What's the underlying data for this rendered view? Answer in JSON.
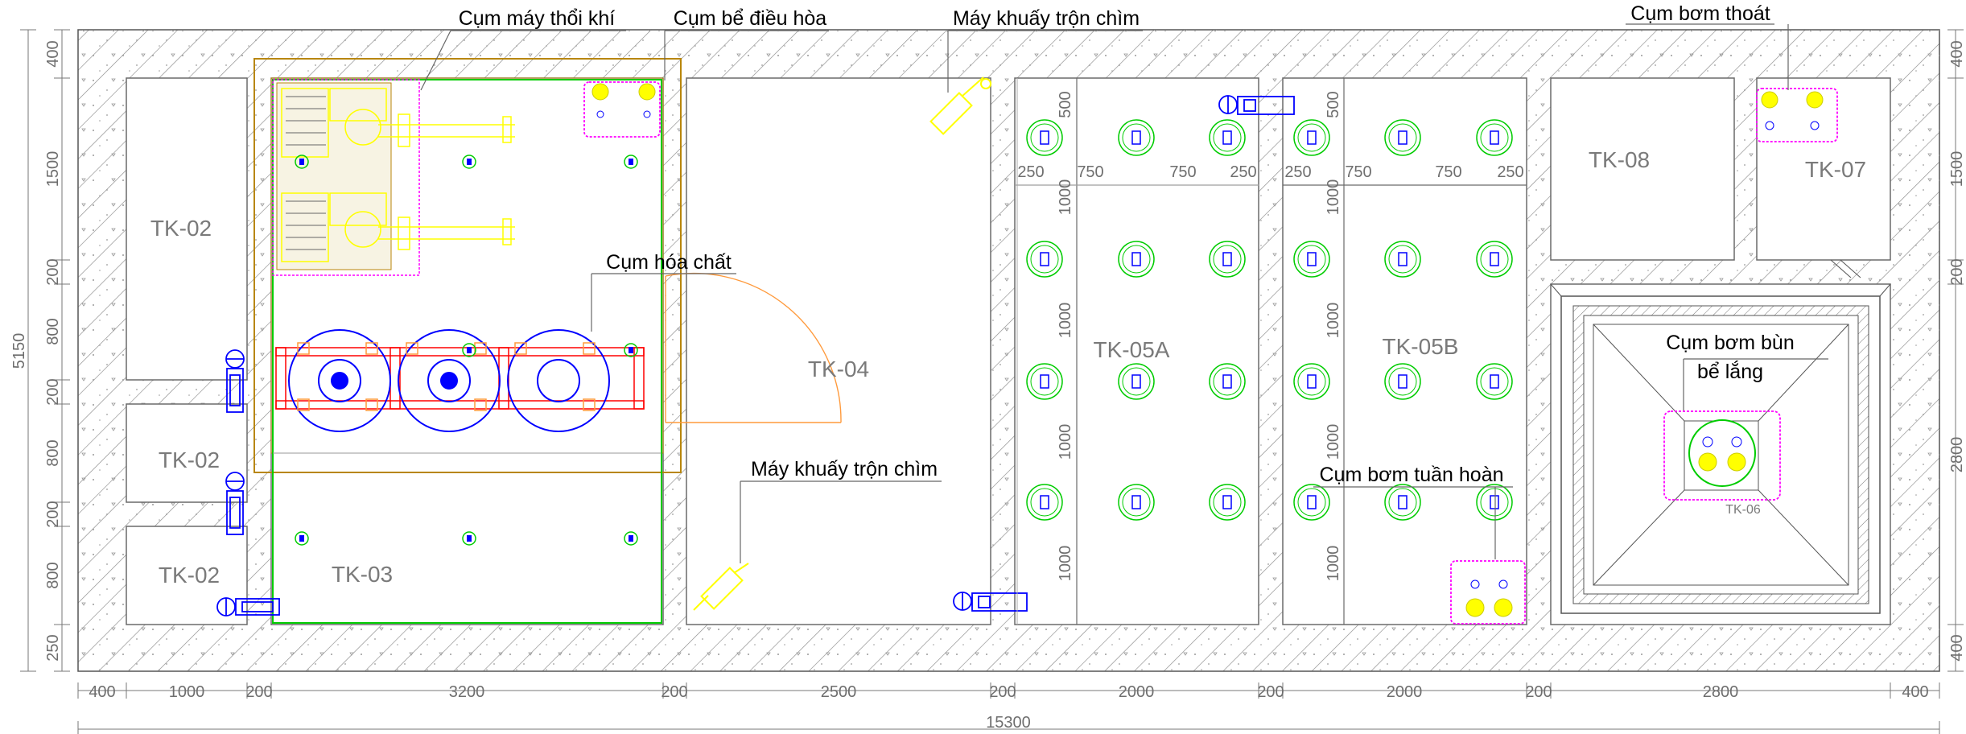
{
  "tanks": {
    "tk02_a": "TK-02",
    "tk02_b": "TK-02",
    "tk02_c": "TK-02",
    "tk03": "TK-03",
    "tk04": "TK-04",
    "tk05a": "TK-05A",
    "tk05b": "TK-05B",
    "tk06": "TK-06",
    "tk07": "TK-07",
    "tk08": "TK-08"
  },
  "callouts": {
    "blower": "Cụm máy thổi khí",
    "equalization": "Cụm bể điều hòa",
    "mixer_top": "Máy khuấy trộn chìm",
    "drain_pump": "Cụm bơm thoát",
    "chemical": "Cụm hóa chất",
    "mixer_bottom": "Máy khuấy trộn chìm",
    "recirc_pump": "Cụm bơm tuần hoàn",
    "sludge_pump_line1": "Cụm bơm bùn",
    "sludge_pump_line2": "bể lắng"
  },
  "bottom_dims": [
    "400",
    "1000",
    "200",
    "3200",
    "200",
    "2500",
    "200",
    "2000",
    "200",
    "2000",
    "200",
    "2800",
    "400"
  ],
  "total_width": "15300",
  "left_dims": [
    "400",
    "1500",
    "200",
    "800",
    "200",
    "800",
    "200",
    "800",
    "250"
  ],
  "total_height": "5150",
  "right_dims": [
    "400",
    "1500",
    "200",
    "2800",
    "400"
  ],
  "tk05a_dims": {
    "top": [
      "250",
      "750",
      "750",
      "250"
    ],
    "side": [
      "500",
      "1000",
      "1000",
      "1000",
      "1000"
    ]
  },
  "tk05b_dims": {
    "top": [
      "250",
      "750",
      "750",
      "250"
    ],
    "side": [
      "500",
      "1000",
      "1000",
      "1000",
      "1000"
    ]
  },
  "colors": {
    "wall_hatch": "#8a8a8a",
    "tank_outline": "#6a6a6a",
    "equipment_green": "#00cc00",
    "equipment_blue": "#0000ff",
    "equipment_yellow": "#ffff00",
    "equipment_magenta": "#ff00ff",
    "equipment_red": "#ff0000",
    "boundary_orange": "#b8860b",
    "swing_orange": "#ff9a3c"
  }
}
